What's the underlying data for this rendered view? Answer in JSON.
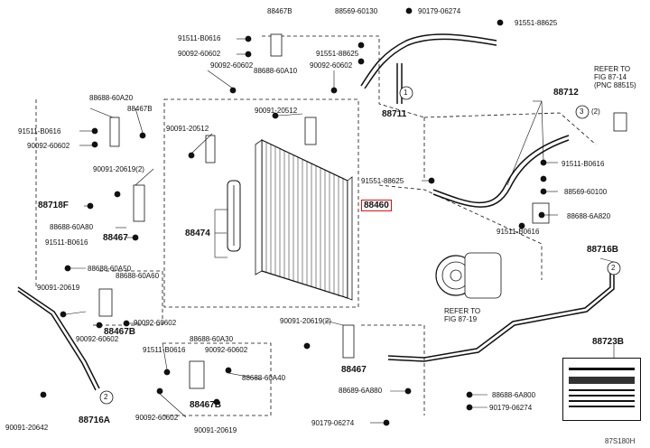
{
  "labels": {
    "p88467B_top": "88467B",
    "p88569_60130": "88569-60130",
    "p90179_06274_top": "90179-06274",
    "p91551_88625_top": "91551-88625",
    "p91511_B0616_a": "91511-B0616",
    "p90092_60602_a": "90092-60602",
    "p88688_60A10": "88688-60A10",
    "p91551_88625_b": "91551-88625",
    "p90092_60602_b": "90092-60602",
    "p90092_60602_c": "90092-60602",
    "refer_fig_87_14": "REFER TO\nFIG 87-14\n(PNC 88515)",
    "p88688_60A20": "88688-60A20",
    "p88467B_left": "88467B",
    "p91511_B0616_b": "91511-B0616",
    "p90092_60602_d": "90092-60602",
    "p90091_20512_a": "90091-20512",
    "p90091_20512_b": "90091-20512",
    "p88711": "88711",
    "p88712": "88712",
    "p91511_B0616_c": "91511-B0616",
    "p90091_20619_2_a": "90091-20619(2)",
    "p88718F": "88718F",
    "p88688_60A80": "88688-60A80",
    "p88467_left": "88467",
    "p91511_B0616_d": "91511-B0616",
    "p91551_88625_c": "91551-88625",
    "p88460": "88460",
    "p88569_60100": "88569-60100",
    "p88688_6A820": "88688-6A820",
    "p91511_B0616_e": "91511-B0616",
    "p88474": "88474",
    "p88688_60A50": "88688-60A50",
    "p88688_60A60": "88688-60A60",
    "p90091_20619_a": "90091-20619",
    "p88716B": "88716B",
    "refer_fig_87_19": "REFER TO\nFIG 87-19",
    "p90092_60602_e": "90092-60602",
    "p88467B_mid": "88467B",
    "p90092_60602_f": "90092-60602",
    "p90091_20619_2_b": "90091-20619(2)",
    "p88688_60A30": "88688-60A30",
    "p91511_B0616_f": "91511-B0616",
    "p90092_60602_g": "90092-60602",
    "p88723B": "88723B",
    "p88688_60A40": "88688-60A40",
    "p88467_bottom": "88467",
    "p88689_6A880": "88689-6A880",
    "p88688_6A800": "88688-6A800",
    "p88467B_bottom": "88467B",
    "p90091_20642": "90091-20642",
    "p88716A": "88716A",
    "p90092_60602_h": "90092-60602",
    "p90091_20619_b": "90091-20619",
    "p90179_06274_b": "90179-06274",
    "p90179_06274_c": "90179-06274",
    "callout_1": "1",
    "callout_2": "2",
    "callout_3": "3",
    "callout_2b": "(2)",
    "fig_code": "87S180H"
  },
  "colors": {
    "line": "#111111",
    "highlight": "#d11111"
  }
}
